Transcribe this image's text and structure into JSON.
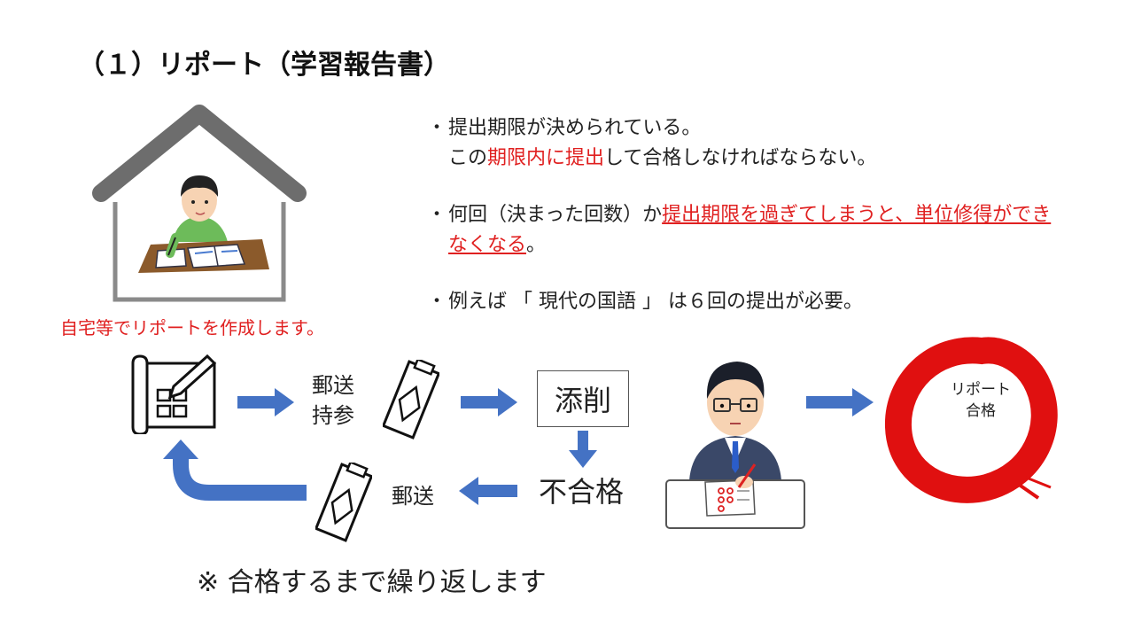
{
  "title": "（１）リポート（学習報告書）",
  "bullets": {
    "b1_prefix": "・",
    "b1_line1": "提出期限が決められている。",
    "b1_line2_pre": "この",
    "b1_line2_red": "期限内に提出",
    "b1_line2_post": "して合格しなければならない。",
    "b2_prefix": "・",
    "b2_pre": "何回（決まった回数）か",
    "b2_red": "提出期限を過ぎてしまうと、単位修得ができなくなる",
    "b2_post": "。",
    "b3_prefix": "・",
    "b3_text": "例えば 「 現代の国語 」 は６回の提出が必要。"
  },
  "caption": "自宅等でリポートを作成します。",
  "flow": {
    "send_line1": "郵送",
    "send_line2": "持参",
    "tensaku": "添削",
    "fail": "不合格",
    "return_send": "郵送",
    "stamp_line1": "リポート",
    "stamp_line2": "合格"
  },
  "note": "※ 合格するまで繰り返します",
  "colors": {
    "arrow": "#4472c4",
    "red": "#e02020",
    "stamp_red": "#e01010",
    "house_gray": "#6d6d6d"
  }
}
